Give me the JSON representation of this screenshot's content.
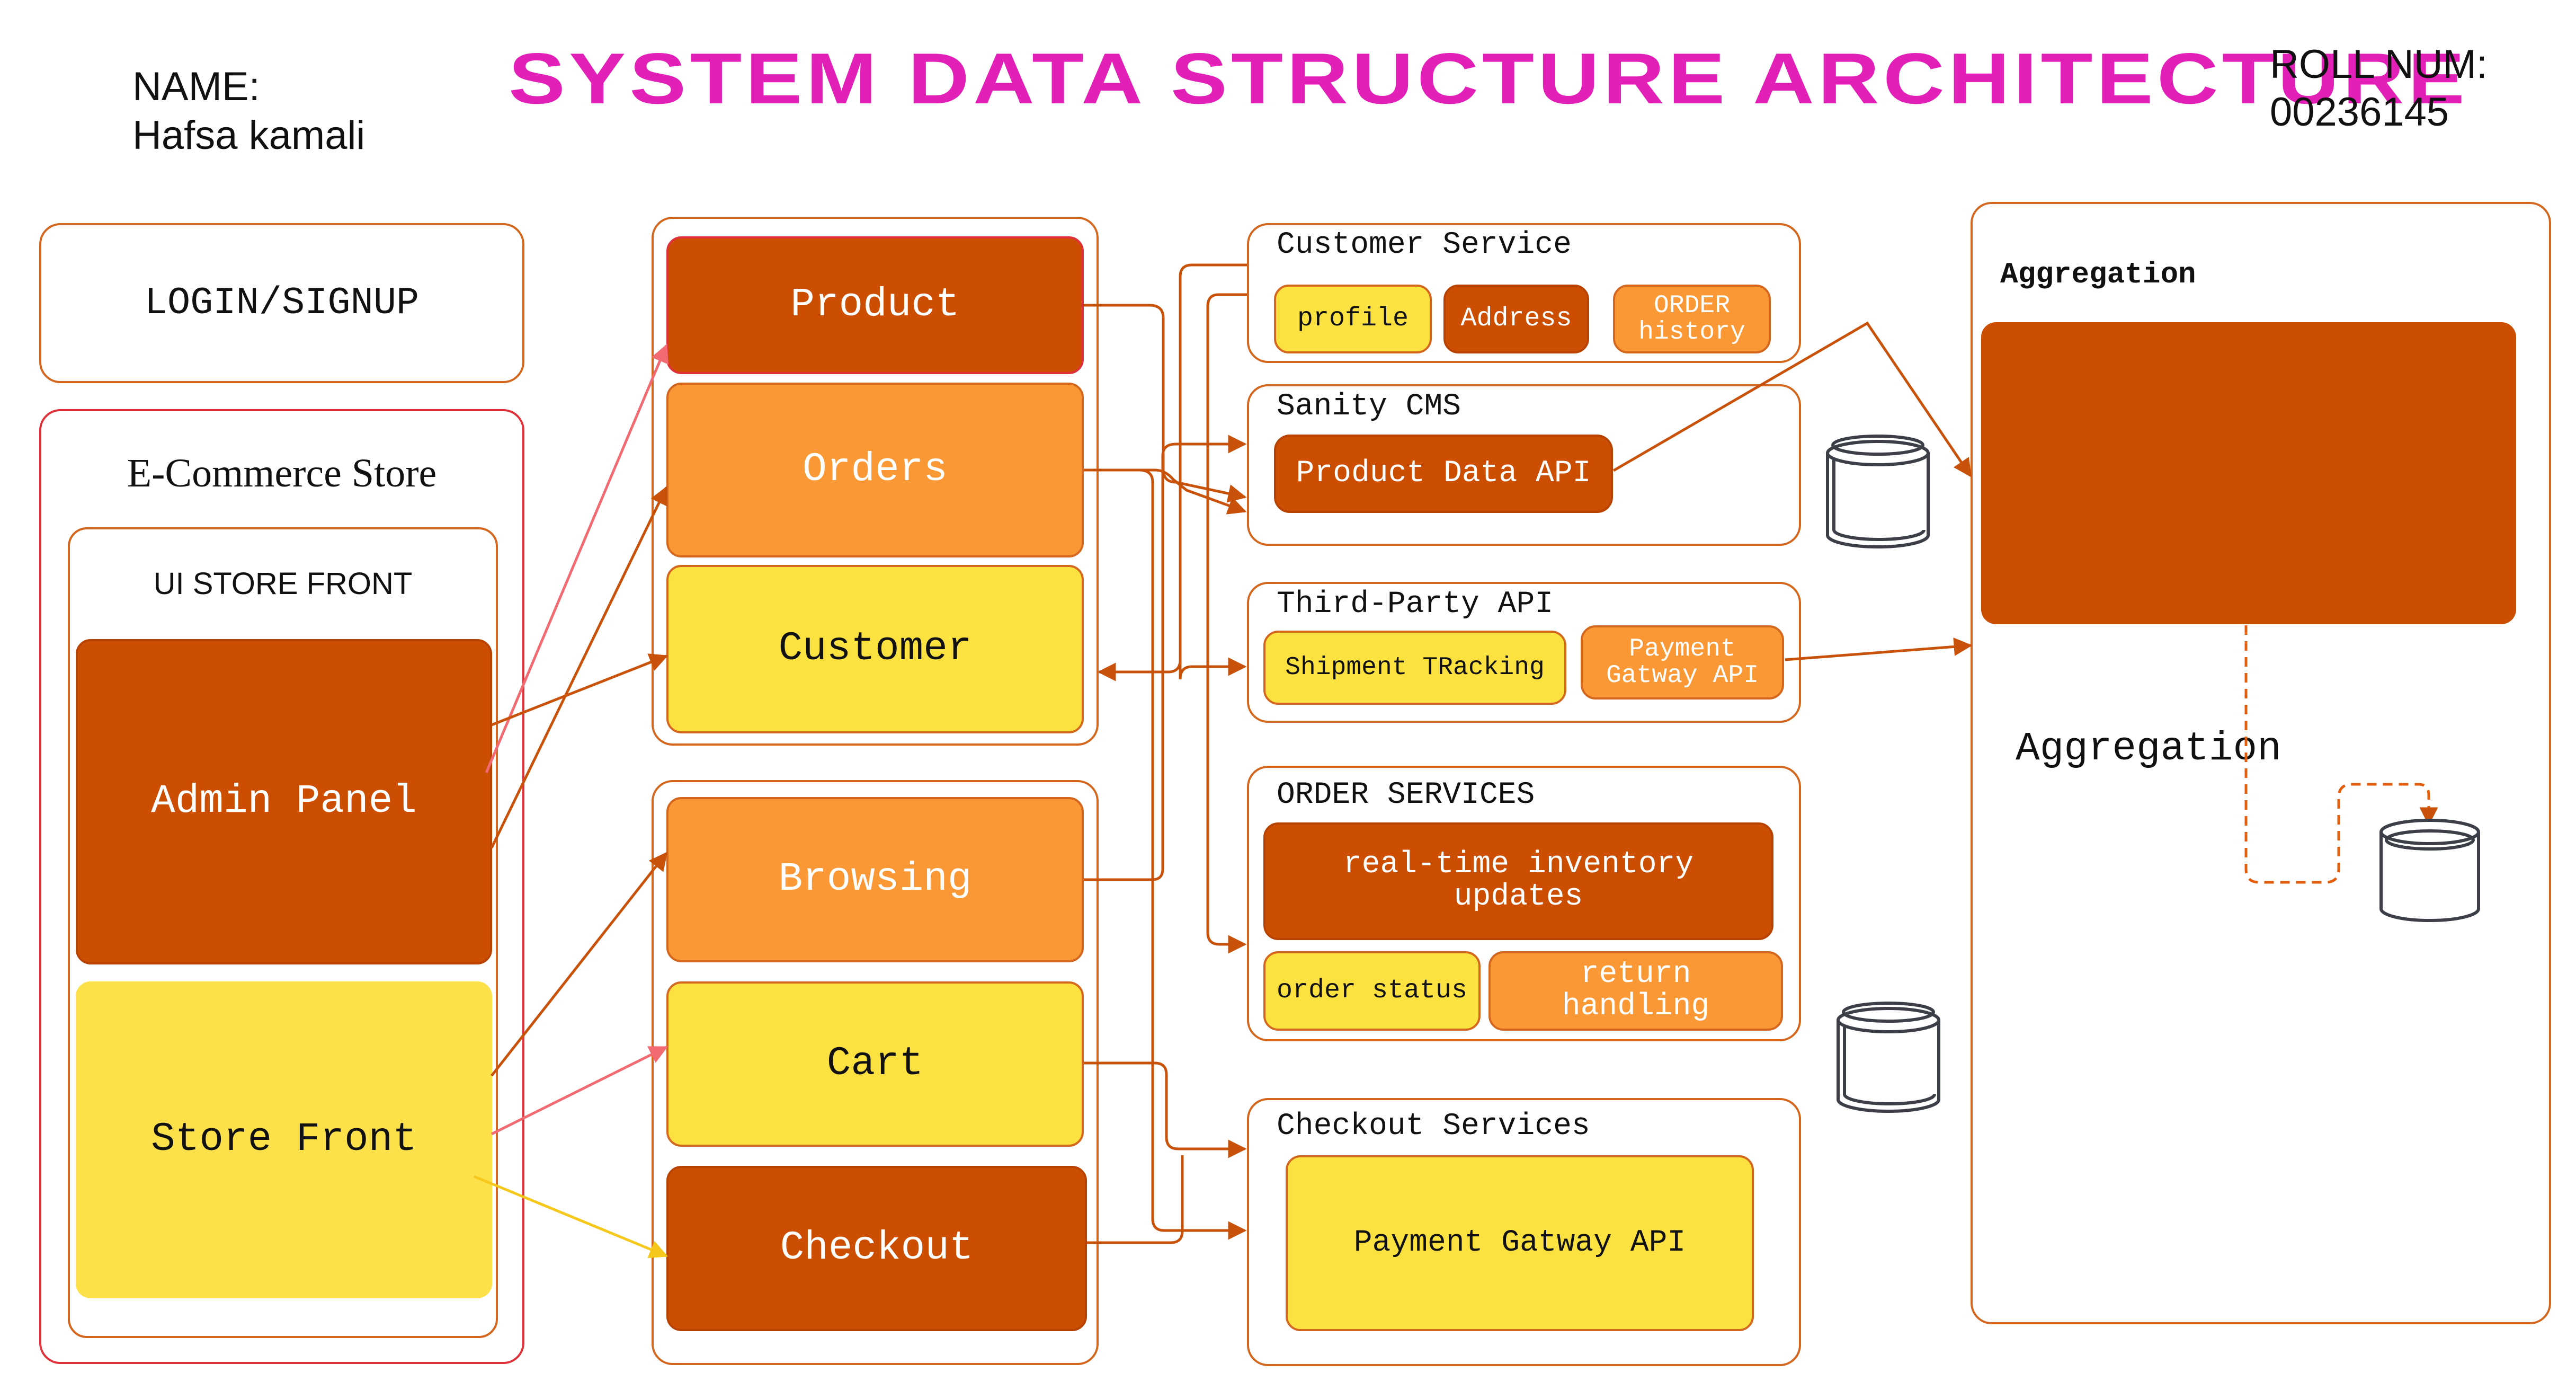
{
  "header": {
    "title": "SYSTEM DATA STRUCTURE ARCHITECTURE",
    "name_label": "NAME:",
    "name_value": "Hafsa kamali",
    "roll_label": "ROLL NUM:",
    "roll_value": "00236145"
  },
  "left": {
    "login": "LOGIN/SIGNUP",
    "store_title": "E-Commerce Store",
    "ui_title": "UI STORE FRONT",
    "admin_panel": "Admin Panel",
    "store_front": "Store Front"
  },
  "modules": {
    "product": "Product",
    "orders": "Orders",
    "customer": "Customer",
    "browsing": "Browsing",
    "cart": "Cart",
    "checkout": "Checkout"
  },
  "services": {
    "customer_service": {
      "title": "Customer Service",
      "profile": "profile",
      "address": "Address",
      "order_history_1": "ORDER",
      "order_history_2": "history"
    },
    "sanity": {
      "title": "Sanity CMS",
      "api": "Product Data API"
    },
    "third_party": {
      "title": "Third-Party API",
      "shipment": "Shipment TRacking",
      "payment_1": "Payment",
      "payment_2": "Gatway API"
    },
    "order_services": {
      "title": "ORDER SERVICES",
      "inventory_1": "real-time inventory",
      "inventory_2": "updates",
      "status": "order status",
      "return_1": "return",
      "return_2": "handling"
    },
    "checkout_services": {
      "title": "Checkout Services",
      "payment": "Payment Gatway API"
    }
  },
  "aggregation": {
    "title": "Aggregation",
    "label": "Aggregation"
  },
  "colors": {
    "title": "#e21fb6",
    "dark_orange": "#cc4e02",
    "mid_orange": "#fb9836",
    "yellow": "#fbe241",
    "border": "#d4661d",
    "arrow": "#c9520b",
    "pink_arrow": "#f26b73",
    "yellow_arrow": "#f6c81c"
  },
  "icons": [
    "database-icon",
    "database-icon",
    "database-icon"
  ]
}
